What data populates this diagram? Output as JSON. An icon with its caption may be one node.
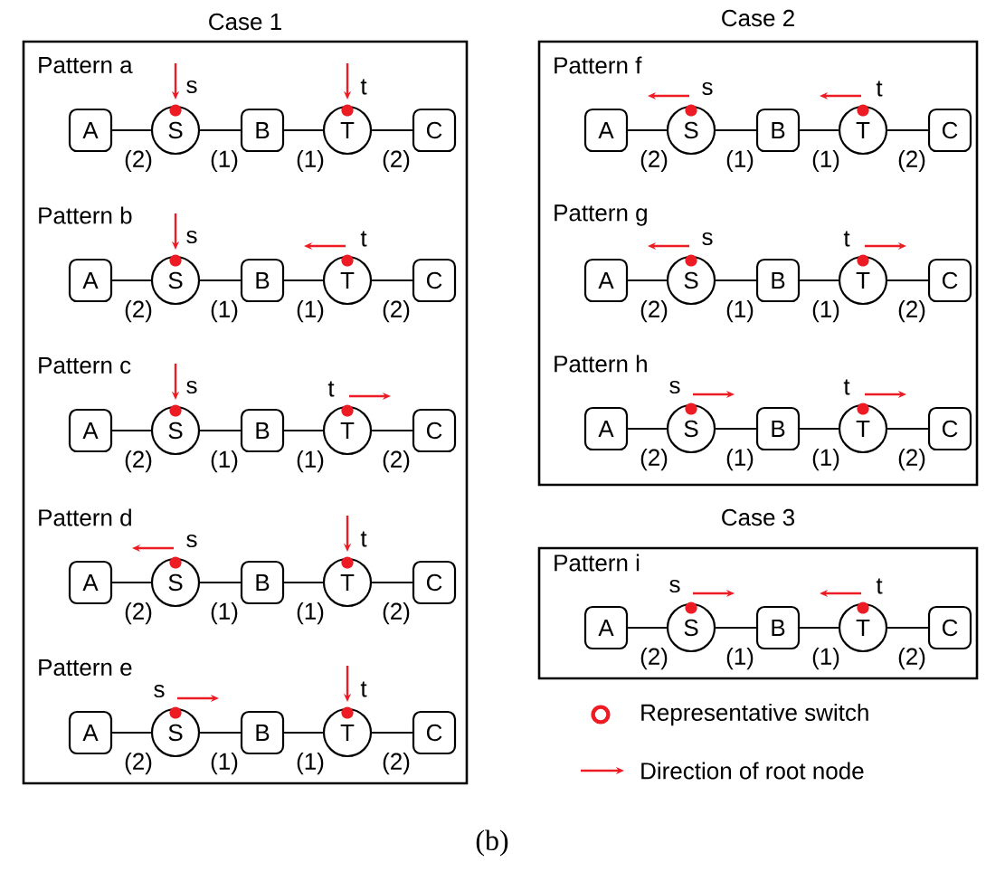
{
  "diagram": {
    "caption": "(b)",
    "nodes": [
      {
        "text": [
          "Case 1"
        ]
      },
      {
        "text": [
          "A"
        ],
        "in": 0
      },
      {
        "text": [
          "S"
        ],
        "in": 0,
        "beside": [
          "s"
        ]
      },
      {
        "text": [
          "B"
        ],
        "in": 0
      },
      {
        "text": [
          "T"
        ],
        "in": 0,
        "beside": [
          "t"
        ]
      },
      {
        "text": [
          "C"
        ],
        "in": 0
      },
      {
        "text": [
          "A"
        ],
        "in": 0
      },
      {
        "text": [
          "S"
        ],
        "in": 0,
        "beside": [
          "s"
        ]
      },
      {
        "text": [
          "B"
        ],
        "in": 0
      },
      {
        "text": [
          "T"
        ],
        "in": 0,
        "beside": [
          "t"
        ]
      },
      {
        "text": [
          "C"
        ],
        "in": 0
      },
      {
        "text": [
          "A"
        ],
        "in": 0
      },
      {
        "text": [
          "S"
        ],
        "in": 0,
        "beside": [
          "s"
        ]
      },
      {
        "text": [
          "B"
        ],
        "in": 0
      },
      {
        "text": [
          "T"
        ],
        "in": 0,
        "beside": [
          "t"
        ]
      },
      {
        "text": [
          "C"
        ],
        "in": 0
      },
      {
        "text": [
          "A"
        ],
        "in": 0
      },
      {
        "text": [
          "S"
        ],
        "in": 0,
        "beside": [
          "s"
        ]
      },
      {
        "text": [
          "B"
        ],
        "in": 0
      },
      {
        "text": [
          "T"
        ],
        "in": 0,
        "beside": [
          "t"
        ]
      },
      {
        "text": [
          "C"
        ],
        "in": 0
      },
      {
        "text": [
          "A"
        ],
        "in": 0
      },
      {
        "text": [
          "S"
        ],
        "in": 0,
        "beside": [
          "s"
        ]
      },
      {
        "text": [
          "B"
        ],
        "in": 0
      },
      {
        "text": [
          "T"
        ],
        "in": 0,
        "beside": [
          "t"
        ]
      },
      {
        "text": [
          "C"
        ],
        "in": 0
      },
      {
        "text": [
          "Case 2"
        ]
      },
      {
        "text": [
          "A"
        ],
        "in": 26
      },
      {
        "text": [
          "S"
        ],
        "in": 26,
        "beside": [
          "s"
        ]
      },
      {
        "text": [
          "B"
        ],
        "in": 26
      },
      {
        "text": [
          "T"
        ],
        "in": 26,
        "beside": [
          "t"
        ]
      },
      {
        "text": [
          "C"
        ],
        "in": 26
      },
      {
        "text": [
          "A"
        ],
        "in": 26
      },
      {
        "text": [
          "S"
        ],
        "in": 26,
        "beside": [
          "s"
        ]
      },
      {
        "text": [
          "B"
        ],
        "in": 26
      },
      {
        "text": [
          "T"
        ],
        "in": 26,
        "beside": [
          "t"
        ]
      },
      {
        "text": [
          "C"
        ],
        "in": 26
      },
      {
        "text": [
          "A"
        ],
        "in": 26
      },
      {
        "text": [
          "S"
        ],
        "in": 26,
        "beside": [
          "s"
        ]
      },
      {
        "text": [
          "B"
        ],
        "in": 26
      },
      {
        "text": [
          "T"
        ],
        "in": 26,
        "beside": [
          "t"
        ]
      },
      {
        "text": [
          "C"
        ],
        "in": 26
      },
      {
        "text": [
          "Case 3"
        ]
      },
      {
        "text": [
          "A"
        ],
        "in": 42
      },
      {
        "text": [
          "S"
        ],
        "in": 42,
        "beside": [
          "s"
        ]
      },
      {
        "text": [
          "B"
        ],
        "in": 42
      },
      {
        "text": [
          "T"
        ],
        "in": 42,
        "beside": [
          "t"
        ]
      },
      {
        "text": [
          "C"
        ],
        "in": 42
      }
    ],
    "edges": [
      {
        "from": 1,
        "to": 2,
        "arrow": "none",
        "label": "(2)"
      },
      {
        "from": 2,
        "to": 3,
        "arrow": "none",
        "label": "(1)"
      },
      {
        "from": 3,
        "to": 4,
        "arrow": "none",
        "label": "(1)"
      },
      {
        "from": 4,
        "to": 5,
        "arrow": "none",
        "label": "(2)"
      },
      {
        "from": 6,
        "to": 7,
        "arrow": "none",
        "label": "(2)"
      },
      {
        "from": 7,
        "to": 8,
        "arrow": "none",
        "label": "(1)"
      },
      {
        "from": 8,
        "to": 9,
        "arrow": "none",
        "label": "(1)"
      },
      {
        "from": 9,
        "to": 10,
        "arrow": "none",
        "label": "(2)"
      },
      {
        "from": 11,
        "to": 12,
        "arrow": "none",
        "label": "(2)"
      },
      {
        "from": 12,
        "to": 13,
        "arrow": "none",
        "label": "(1)"
      },
      {
        "from": 13,
        "to": 14,
        "arrow": "none",
        "label": "(1)"
      },
      {
        "from": 14,
        "to": 15,
        "arrow": "none",
        "label": "(2)"
      },
      {
        "from": 16,
        "to": 17,
        "arrow": "none",
        "label": "(2)"
      },
      {
        "from": 17,
        "to": 18,
        "arrow": "none",
        "label": "(1)"
      },
      {
        "from": 18,
        "to": 19,
        "arrow": "none",
        "label": "(1)"
      },
      {
        "from": 19,
        "to": 20,
        "arrow": "none",
        "label": "(2)"
      },
      {
        "from": 21,
        "to": 22,
        "arrow": "none",
        "label": "(2)"
      },
      {
        "from": 22,
        "to": 23,
        "arrow": "none",
        "label": "(1)"
      },
      {
        "from": 23,
        "to": 24,
        "arrow": "none",
        "label": "(1)"
      },
      {
        "from": 24,
        "to": 25,
        "arrow": "none",
        "label": "(2)"
      },
      {
        "from": 27,
        "to": 28,
        "arrow": "none",
        "label": "(2)"
      },
      {
        "from": 28,
        "to": 29,
        "arrow": "none",
        "label": "(1)"
      },
      {
        "from": 29,
        "to": 30,
        "arrow": "none",
        "label": "(1)"
      },
      {
        "from": 30,
        "to": 31,
        "arrow": "none",
        "label": "(2)"
      },
      {
        "from": 32,
        "to": 33,
        "arrow": "none",
        "label": "(2)"
      },
      {
        "from": 33,
        "to": 34,
        "arrow": "none",
        "label": "(1)"
      },
      {
        "from": 34,
        "to": 35,
        "arrow": "none",
        "label": "(1)"
      },
      {
        "from": 35,
        "to": 36,
        "arrow": "none",
        "label": "(2)"
      },
      {
        "from": 37,
        "to": 38,
        "arrow": "none",
        "label": "(2)"
      },
      {
        "from": 38,
        "to": 39,
        "arrow": "none",
        "label": "(1)"
      },
      {
        "from": 39,
        "to": 40,
        "arrow": "none",
        "label": "(1)"
      },
      {
        "from": 40,
        "to": 41,
        "arrow": "none",
        "label": "(2)"
      },
      {
        "from": 43,
        "to": 44,
        "arrow": "none",
        "label": "(2)"
      },
      {
        "from": 44,
        "to": 45,
        "arrow": "none",
        "label": "(1)"
      },
      {
        "from": 45,
        "to": 46,
        "arrow": "none",
        "label": "(1)"
      },
      {
        "from": 46,
        "to": 47,
        "arrow": "none",
        "label": "(2)"
      }
    ],
    "labels": [
      "Pattern a",
      "Pattern b",
      "Pattern c",
      "Pattern d",
      "Pattern e",
      "Pattern f",
      "Pattern g",
      "Pattern h",
      "Pattern i"
    ],
    "legend": [
      {
        "text": "Representative switch"
      },
      {
        "text": "Direction of root node"
      }
    ]
  }
}
